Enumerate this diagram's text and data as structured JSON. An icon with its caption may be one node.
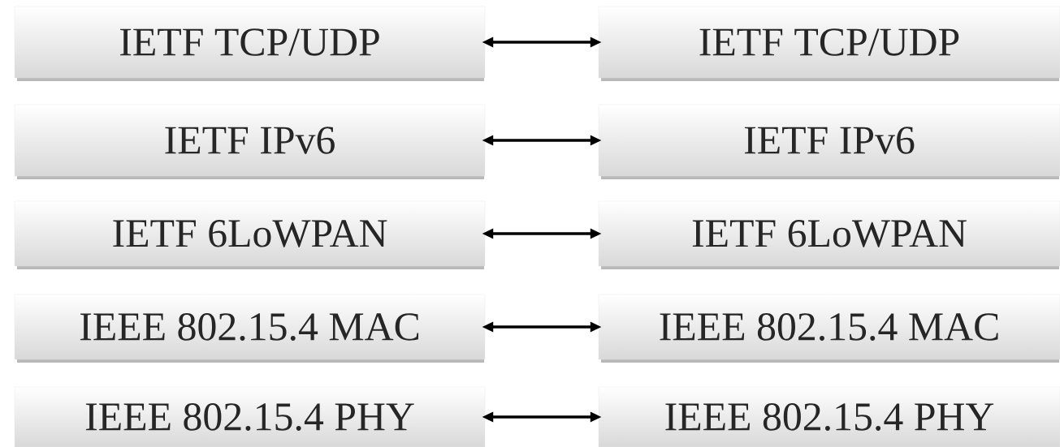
{
  "diagram": {
    "nodes": [
      {
        "text": [
          "IETF TCP/UDP"
        ]
      },
      {
        "text": [
          "IETF IPv6"
        ]
      },
      {
        "text": [
          "IETF 6LoWPAN"
        ]
      },
      {
        "text": [
          "IEEE 802.15.4 MAC"
        ]
      },
      {
        "text": [
          "IEEE 802.15.4 PHY"
        ]
      },
      {
        "text": [
          "IETF TCP/UDP"
        ]
      },
      {
        "text": [
          "IETF IPv6"
        ]
      },
      {
        "text": [
          "IETF 6LoWPAN"
        ]
      },
      {
        "text": [
          "IEEE 802.15.4 MAC"
        ]
      },
      {
        "text": [
          "IEEE 802.15.4 PHY"
        ]
      }
    ],
    "edges": [
      {
        "from": 0,
        "to": 5,
        "arrow": "both"
      },
      {
        "from": 1,
        "to": 6,
        "arrow": "both"
      },
      {
        "from": 2,
        "to": 7,
        "arrow": "both"
      },
      {
        "from": 3,
        "to": 8,
        "arrow": "both"
      },
      {
        "from": 4,
        "to": 9,
        "arrow": "both"
      }
    ]
  }
}
